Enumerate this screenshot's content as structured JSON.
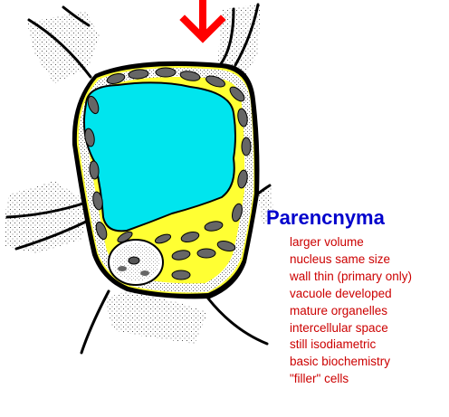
{
  "diagram": {
    "title": "Parencnyma",
    "properties": [
      "larger volume",
      "nucleus same size",
      "wall thin (primary only)",
      "vacuole developed",
      "mature organelles",
      "intercellular space",
      "still isodiametric",
      "basic biochemistry",
      "\"filler\" cells"
    ],
    "colors": {
      "cytoplasm": "#ffff33",
      "vacuole": "#00e5ee",
      "organelle": "#555555",
      "nucleus": "#ffffff",
      "wall": "#000000",
      "stipple": "#555555",
      "arrow": "#ff0000",
      "title": "#0000cc",
      "text": "#cc0000"
    }
  }
}
